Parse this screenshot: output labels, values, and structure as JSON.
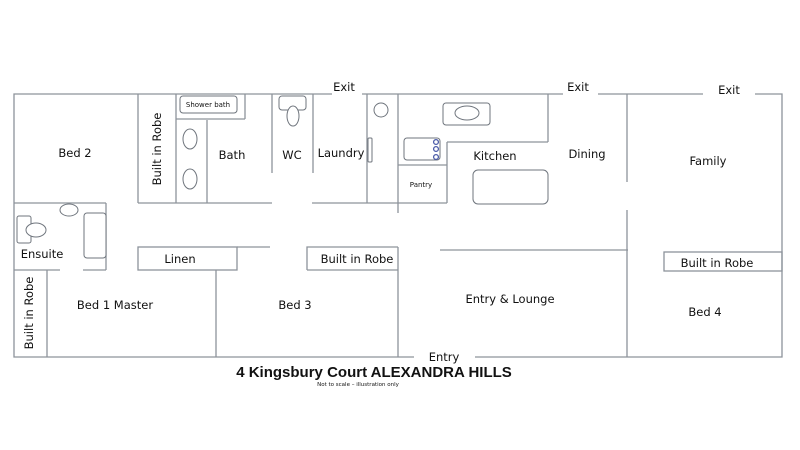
{
  "title": "4 Kingsbury Court ALEXANDRA HILLS",
  "subtitle": "Not to scale – illustration only",
  "rooms": {
    "bed2": "Bed 2",
    "robe_bed2": "Built in Robe",
    "shower_bath": "Shower bath",
    "bath": "Bath",
    "wc": "WC",
    "laundry": "Laundry",
    "kitchen": "Kitchen",
    "pantry": "Pantry",
    "dining": "Dining",
    "family": "Family",
    "ensuite": "Ensuite",
    "linen": "Linen",
    "robe_bed3": "Built in Robe",
    "robe_bed1": "Built in Robe",
    "bed1": "Bed 1 Master",
    "bed3": "Bed 3",
    "lounge": "Entry & Lounge",
    "robe_bed4": "Built in Robe",
    "bed4": "Bed 4"
  },
  "doors": {
    "exit1": "Exit",
    "exit2": "Exit",
    "exit3": "Exit",
    "entry": "Entry"
  },
  "colors": {
    "stove_burner": "#4a5aa8",
    "wall": "#8d939b"
  }
}
